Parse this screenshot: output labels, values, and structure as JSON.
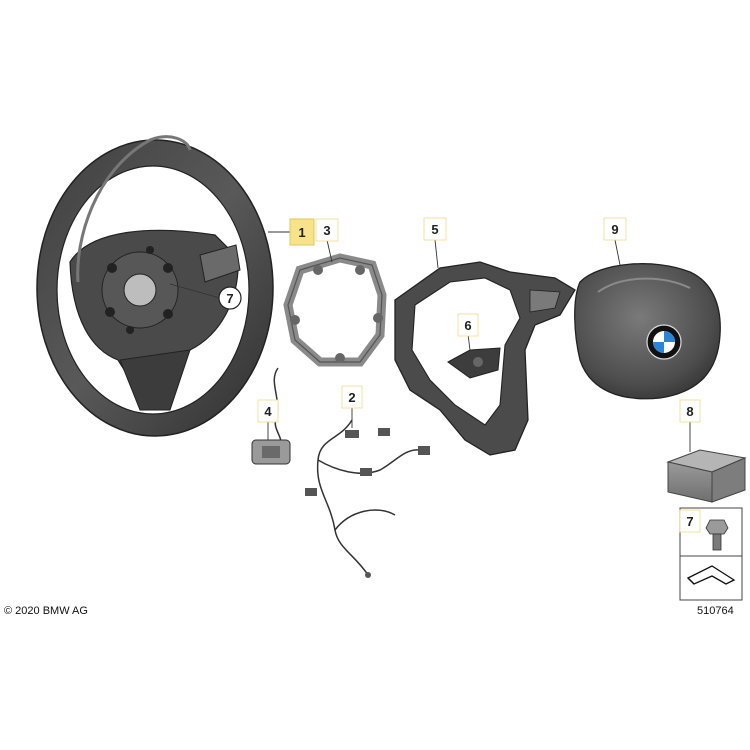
{
  "copyright": "© 2020 BMW AG",
  "diagram_number": "510764",
  "parts": [
    {
      "id": "p1",
      "number": "1",
      "highlighted": true
    },
    {
      "id": "p2",
      "number": "2"
    },
    {
      "id": "p3",
      "number": "3"
    },
    {
      "id": "p4",
      "number": "4"
    },
    {
      "id": "p5",
      "number": "5"
    },
    {
      "id": "p6",
      "number": "6"
    },
    {
      "id": "p7",
      "number": "7"
    },
    {
      "id": "p8",
      "number": "8"
    },
    {
      "id": "p9",
      "number": "9"
    }
  ],
  "callout_wheel_bolt": "7",
  "legend_bolt_number": "7",
  "colors": {
    "highlight": "#f7e48a",
    "label_border": "#f0d98a",
    "part_dark": "#3a3a3a",
    "part_mid": "#6a6a6a",
    "logo_blue": "#2c84d6"
  }
}
